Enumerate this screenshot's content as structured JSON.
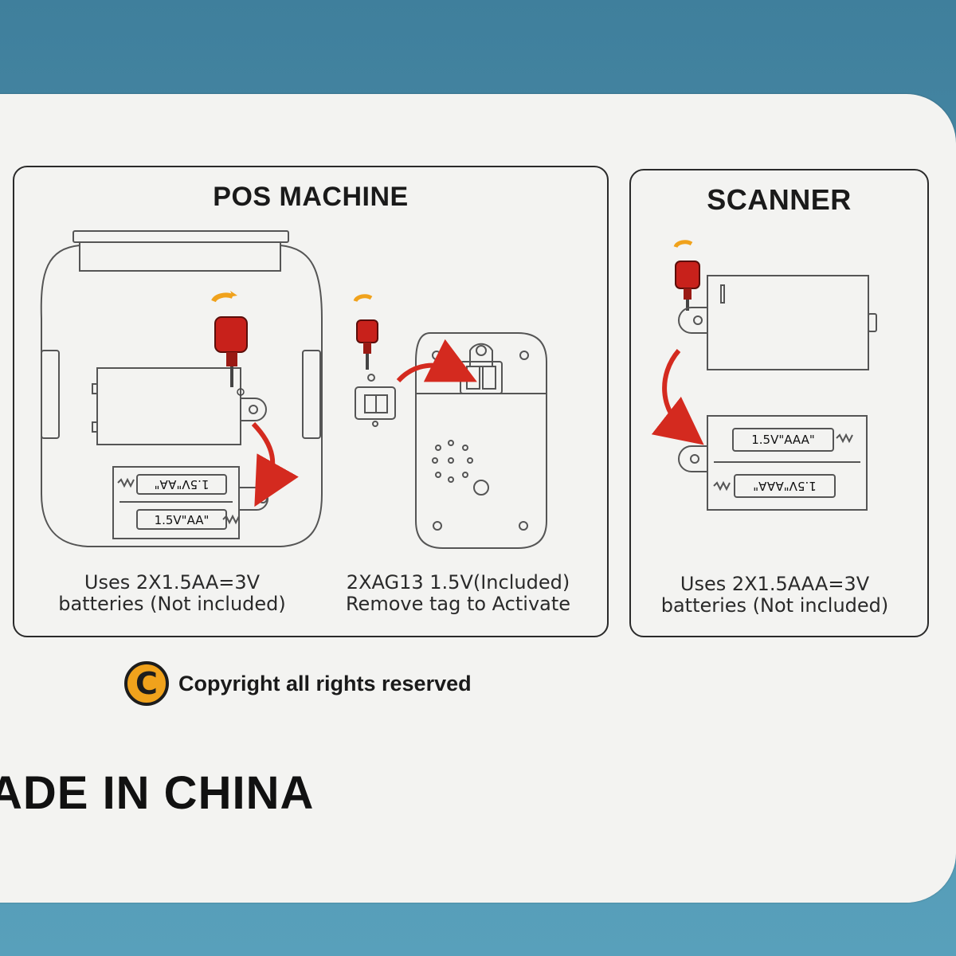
{
  "pos_panel": {
    "title": "POS MACHINE",
    "caption_aa_line1": "Uses 2X1.5AA=3V",
    "caption_aa_line2": "batteries (Not included)",
    "caption_ag13_line1": "2XAG13 1.5V(Included)",
    "caption_ag13_line2": "Remove tag to Activate",
    "battery_labels": [
      "1.5V\"AA\"",
      "1.5V\"AA\""
    ]
  },
  "scanner_panel": {
    "title": "SCANNER",
    "caption_line1": "Uses 2X1.5AAA=3V",
    "caption_line2": "batteries (Not included)",
    "battery_labels": [
      "1.5V\"AAA\"",
      "1.5V\"AAA\""
    ]
  },
  "copyright": {
    "symbol": "C",
    "text": "Copyright all rights reserved"
  },
  "origin_text": "ADE IN CHINA",
  "colors": {
    "background_blue": "#4c8eaa",
    "card": "#f3f3f1",
    "screwdriver_red": "#c8211b",
    "arrow_red": "#d42a1f",
    "rotation_orange": "#f0a21c"
  },
  "icons": [
    "screwdriver-icon",
    "rotate-arrow-icon",
    "curved-arrow-icon",
    "copyright-icon"
  ]
}
